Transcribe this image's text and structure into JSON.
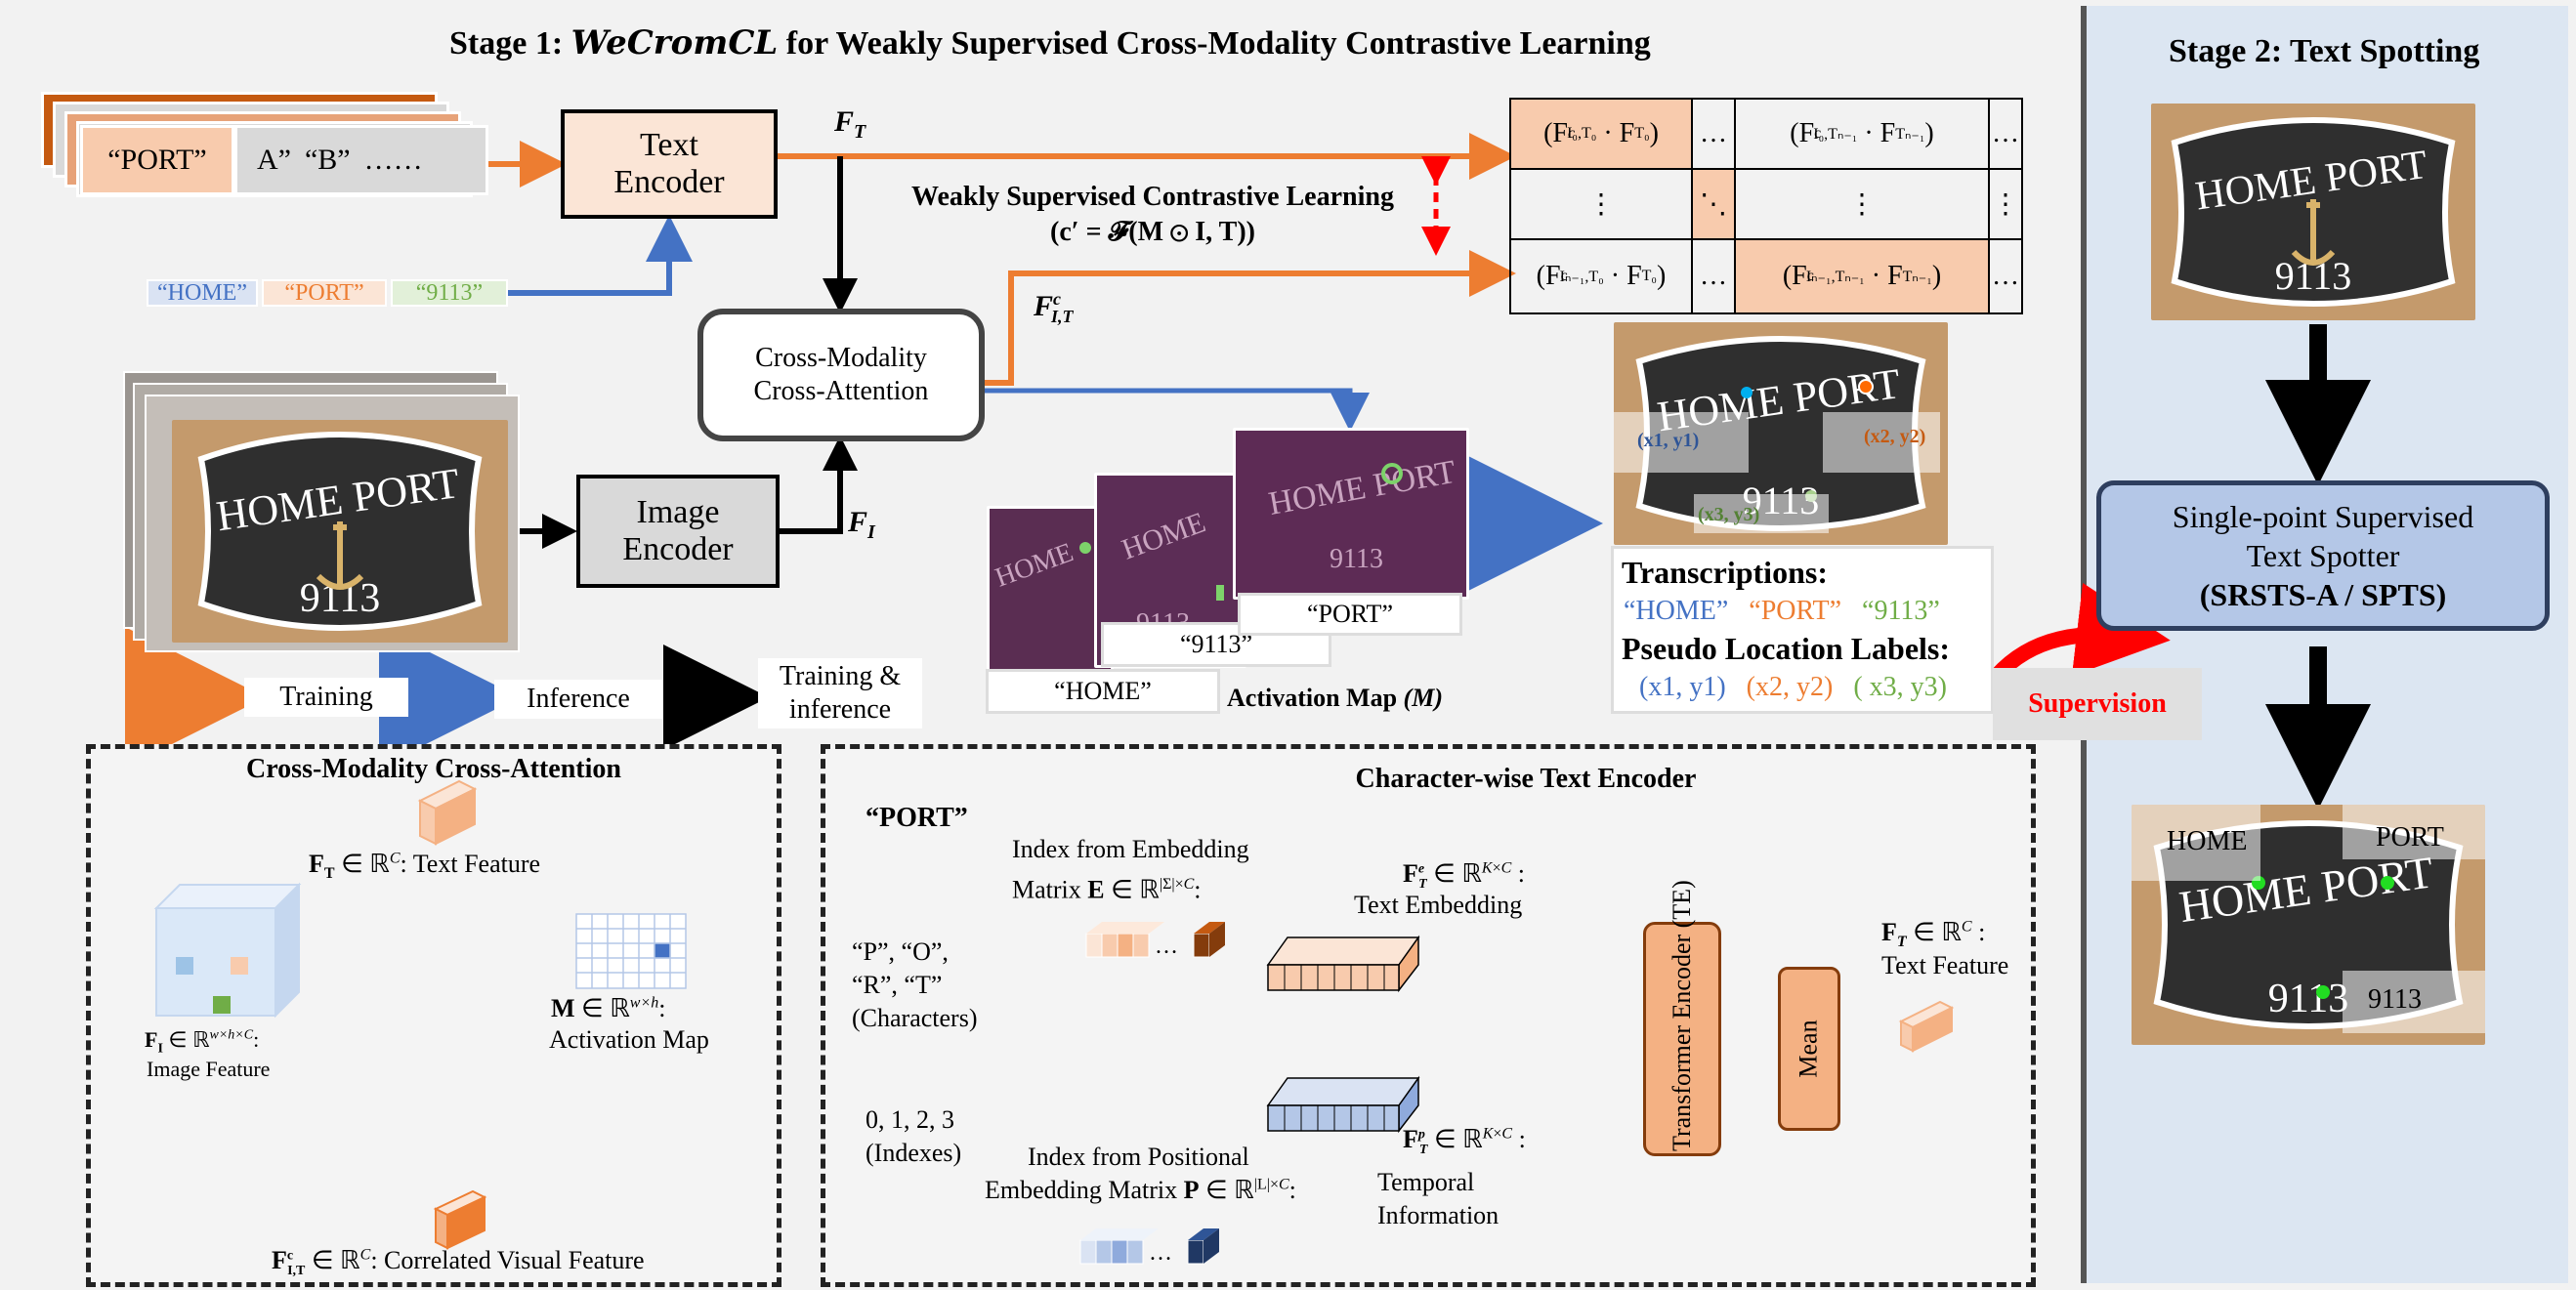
{
  "stage1": {
    "title_prefix": "Stage 1:",
    "title_name": "WeCromCL",
    "title_suffix": "for Weakly Supervised Cross-Modality Contrastive Learning"
  },
  "stage2": {
    "title": "Stage 2: Text Spotting",
    "spotter_line1": "Single-point Supervised",
    "spotter_line2": "Text Spotter",
    "spotter_line3": "(SRSTS-A / SPTS)"
  },
  "text_stack": {
    "w1": "“PORT”",
    "w2": "A”",
    "w3": "“B”",
    "w4": "……"
  },
  "text_encoder": {
    "line1": "Text",
    "line2": "Encoder"
  },
  "words": {
    "home": "“HOME”",
    "port": "“PORT”",
    "num": "“9113”"
  },
  "image_encoder": {
    "line1": "Image",
    "line2": "Encoder"
  },
  "cross_attention": {
    "line1": "Cross-Modality",
    "line2": "Cross-Attention"
  },
  "features": {
    "ft": "F",
    "ft_sub": "T",
    "fi": "F",
    "fi_sub": "I",
    "fit": "F",
    "fit_sup": "c",
    "fit_sub": "I,T"
  },
  "contrastive": {
    "line1": "Weakly Supervised Contrastive Learning",
    "line2": "(c′ = 𝓕(M ⊙ I, T))"
  },
  "matrix": {
    "r0c0": "(F",
    "r0c0_sup": "c",
    "r0c0_sub": "I₀,T₀",
    "r0c0_rest": "· F",
    "r0c0_rest_sub": "T₀",
    "r0c2_sub": "I₀,Tₙ₋₁",
    "r0c2_rest_sub": "Tₙ₋₁",
    "r2c0_sub": "Iₙ₋₁,T₀",
    "r2c0_rest_sub": "T₀",
    "r2c2_sub": "Iₙ₋₁,Tₙ₋₁",
    "r2c2_rest_sub": "Tₙ₋₁",
    "hdots": "…",
    "vdots": "⋮",
    "ddots": "⋱"
  },
  "plaque": {
    "home_port": "HOME PORT",
    "number": "9113"
  },
  "activation": {
    "home": "“HOME”",
    "num": "“9113”",
    "port": "“PORT”",
    "label": "Activation Map",
    "label_sym": "(M)"
  },
  "pseudo": {
    "p1": "(x1, y1)",
    "p2": "(x2, y2)",
    "p3": "(x3, y3)",
    "transcriptions": "Transcriptions",
    "t_home": "“HOME”",
    "t_port": "“PORT”",
    "t_num": "“9113”",
    "labels": "Pseudo Location Labels",
    "l1": "(x1, y1)",
    "l2": "(x2, y2)",
    "l3": "( x3, y3)"
  },
  "supervision": "Supervision",
  "legend": {
    "training": "Training",
    "inference": "Inference",
    "both_line1": "Training &",
    "both_line2": "inference"
  },
  "spot_result": {
    "home": "HOME",
    "port": "PORT",
    "num": "9113"
  },
  "cmca": {
    "title": "Cross-Modality Cross-Attention",
    "ft_label": "∈ ℝ",
    "ft_desc": ": Text Feature",
    "fi_line": "∈ ℝ",
    "fi_desc": "Image Feature",
    "m_desc": "Activation Map",
    "fit_desc": ": Correlated Visual Feature"
  },
  "cwte": {
    "title": "Character-wise Text Encoder",
    "port": "“PORT”",
    "chars_line1": "“P”, “O”,",
    "chars_line2": "“R”, “T”",
    "chars_line3": "(Characters)",
    "idx_line1": "0, 1, 2, 3",
    "idx_line2": "(Indexes)",
    "emb_idx_line1": "Index from Embedding",
    "emb_idx_line2": "Matrix",
    "pos_idx_line1": "Index from Positional",
    "pos_idx_line2": "Embedding Matrix",
    "text_embedding": "Text Embedding",
    "temporal_line1": "Temporal",
    "temporal_line2": "Information",
    "transformer": "Transformer Encoder (TE)",
    "mean": "Mean",
    "text_feature": "Text Feature"
  },
  "colors": {
    "orange": "#ed7d31",
    "blue": "#4472c4",
    "peach": "#f8cbad",
    "stage2_bg": "#dce6f2",
    "spotter_fill": "#b4c7e7",
    "red": "#ff0000"
  }
}
